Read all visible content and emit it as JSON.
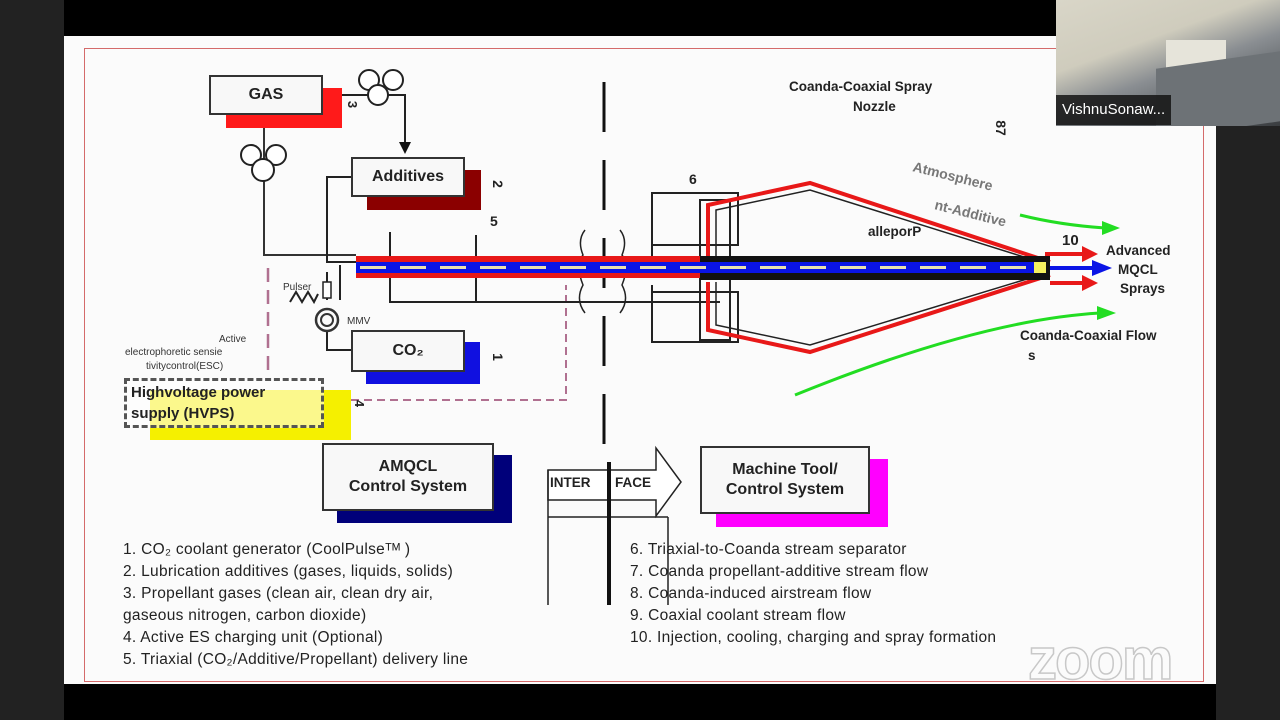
{
  "window": {
    "participant_name": "VishnuSonaw...",
    "watermark": "zoom"
  },
  "diagram": {
    "boxes": {
      "gas": "GAS",
      "additives": "Additives",
      "co2": "CO₂",
      "hvps_line1": "Highvoltage  power",
      "hvps_line2": "supply (HVPS)",
      "amqcl_line1": "AMQCL",
      "amqcl_line2": "Control System",
      "machine_line1": "Machine Tool/",
      "machine_line2": "Control System"
    },
    "labels": {
      "nozzle_title_1": "Coanda-Coaxial Spray",
      "nozzle_title_2": "Nozzle",
      "num_87": "87",
      "atmosphere": "Atmosphere",
      "nt_additive": "nt-Additive",
      "propellant_mirrored": "alleporP",
      "num_10": "10",
      "advanced_1": "Advanced",
      "advanced_2": "MQCL",
      "advanced_3": "Sprays",
      "coaxial_flow_1": "Coanda-Coaxial Flow",
      "coaxial_flow_2": "s",
      "num_6": "6",
      "num_5": "5",
      "num_2": "2",
      "num_3": "3",
      "num_1": "1",
      "num_4": "4",
      "pulser": "Pulser",
      "mmv": "MMV",
      "esc_1": "Active",
      "esc_2": "electrophoretic  sensie",
      "esc_3": "tivitycontrol(ESC)",
      "interface_left": "INTER",
      "interface_right": "FACE"
    },
    "colors": {
      "gas_shadow": "#ff1a1a",
      "additives_shadow": "#8b0000",
      "co2_shadow": "#1010e0",
      "hvps_shadow": "#f5f000",
      "amqcl_shadow": "#00007a",
      "machine_shadow": "#ff00ff",
      "outer_stream": "#e81818",
      "coolant_stream": "#0a14e6",
      "air_stream": "#22dd22"
    }
  },
  "legend_left": [
    "1.  CO₂ coolant generator (CoolPulseᵀᴹ )",
    "2.  Lubrication additives (gases, liquids, solids)",
    "3.  Propellant gases (clean air, clean dry air,",
    "      gaseous nitrogen, carbon dioxide)",
    "4.  Active ES charging unit (Optional)",
    "5.  Triaxial (CO₂/Additive/Propellant)  delivery line"
  ],
  "legend_right": [
    "6.  Triaxial-to-Coanda  stream separator",
    "7.  Coanda propellant-additive  stream flow",
    "8.  Coanda-induced  airstream flow",
    "9.  Coaxial coolant stream flow",
    "10. Injection, cooling, charging and spray formation"
  ]
}
